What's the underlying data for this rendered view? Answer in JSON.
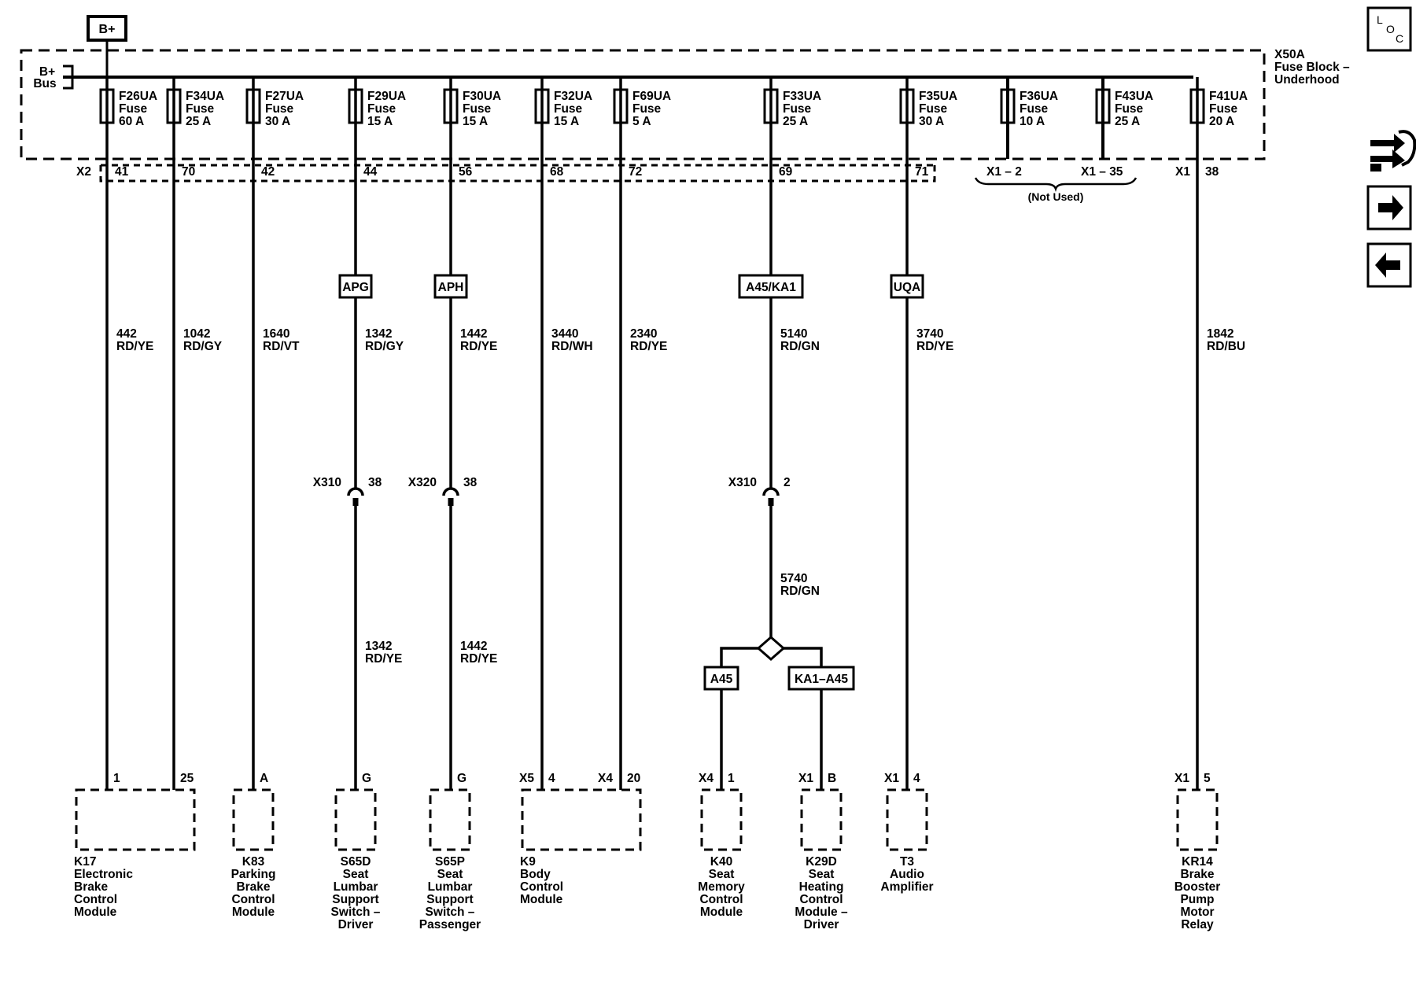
{
  "supply": {
    "bplus_label": "B+",
    "bus_label": [
      "B+",
      "Bus"
    ],
    "fuse_block_label": [
      "X50A",
      "Fuse Block –",
      "Underhood"
    ],
    "x2_label": "X2",
    "x1_label": "X1",
    "not_used": {
      "left": "X1 – 2",
      "right": "X1 – 35",
      "note": "(Not Used)"
    }
  },
  "circuits": [
    {
      "fuse": [
        "F26UA",
        "Fuse",
        "60 A"
      ],
      "pin": "41",
      "wire": [
        "442",
        "RD/YE"
      ],
      "dest_pin": "1"
    },
    {
      "fuse": [
        "F34UA",
        "Fuse",
        "25 A"
      ],
      "pin": "70",
      "wire": [
        "1042",
        "RD/GY"
      ],
      "dest_pin": "25"
    },
    {
      "fuse": [
        "F27UA",
        "Fuse",
        "30 A"
      ],
      "pin": "42",
      "wire": [
        "1640",
        "RD/VT"
      ],
      "dest_pin": "A"
    },
    {
      "fuse": [
        "F29UA",
        "Fuse",
        "15 A"
      ],
      "pin": "44",
      "option": "APG",
      "wire": [
        "1342",
        "RD/GY"
      ],
      "conn": [
        "X310",
        "38"
      ],
      "wire2": [
        "1342",
        "RD/YE"
      ],
      "dest_pin": "G"
    },
    {
      "fuse": [
        "F30UA",
        "Fuse",
        "15 A"
      ],
      "pin": "56",
      "option": "APH",
      "wire": [
        "1442",
        "RD/YE"
      ],
      "conn": [
        "X320",
        "38"
      ],
      "wire2": [
        "1442",
        "RD/YE"
      ],
      "dest_pin": "G"
    },
    {
      "fuse": [
        "F32UA",
        "Fuse",
        "15 A"
      ],
      "pin": "68",
      "wire": [
        "3440",
        "RD/WH"
      ],
      "dest_conn": "X5",
      "dest_pin": "4"
    },
    {
      "fuse": [
        "F69UA",
        "Fuse",
        "5 A"
      ],
      "pin": "72",
      "wire": [
        "2340",
        "RD/YE"
      ],
      "dest_conn": "X4",
      "dest_pin": "20"
    },
    {
      "fuse": [
        "F33UA",
        "Fuse",
        "25 A"
      ],
      "pin": "69",
      "option": "A45/KA1",
      "wire": [
        "5140",
        "RD/GN"
      ],
      "conn": [
        "X310",
        "2"
      ],
      "wire2": [
        "5740",
        "RD/GN"
      ],
      "split": [
        {
          "option": "A45",
          "dest_conn": "X4",
          "dest_pin": "1"
        },
        {
          "option": "KA1–A45",
          "dest_conn": "X1",
          "dest_pin": "B"
        }
      ]
    },
    {
      "fuse": [
        "F35UA",
        "Fuse",
        "30 A"
      ],
      "pin": "71",
      "option": "UQA",
      "wire": [
        "3740",
        "RD/YE"
      ],
      "dest_conn": "X1",
      "dest_pin": "4"
    },
    {
      "fuse": [
        "F36UA",
        "Fuse",
        "10 A"
      ]
    },
    {
      "fuse": [
        "F43UA",
        "Fuse",
        "25 A"
      ]
    },
    {
      "fuse": [
        "F41UA",
        "Fuse",
        "20 A"
      ],
      "pin": "38",
      "wire": [
        "1842",
        "RD/BU"
      ],
      "dest_conn": "X1",
      "dest_pin": "5"
    }
  ],
  "components": [
    {
      "name": [
        "K17",
        "Electronic",
        "Brake",
        "Control",
        "Module"
      ]
    },
    {
      "name": [
        "K83",
        "Parking",
        "Brake",
        "Control",
        "Module"
      ]
    },
    {
      "name": [
        "S65D",
        "Seat",
        "Lumbar",
        "Support",
        "Switch –",
        "Driver"
      ]
    },
    {
      "name": [
        "S65P",
        "Seat",
        "Lumbar",
        "Support",
        "Switch –",
        "Passenger"
      ]
    },
    {
      "name": [
        "K9",
        "Body",
        "Control",
        "Module"
      ]
    },
    {
      "name": [
        "K40",
        "Seat",
        "Memory",
        "Control",
        "Module"
      ]
    },
    {
      "name": [
        "K29D",
        "Seat",
        "Heating",
        "Control",
        "Module –",
        "Driver"
      ]
    },
    {
      "name": [
        "T3",
        "Audio",
        "Amplifier"
      ]
    },
    {
      "name": [
        "KR14",
        "Brake",
        "Booster",
        "Pump",
        "Motor",
        "Relay"
      ]
    }
  ],
  "nav": {
    "loc_letters": [
      "L",
      "O",
      "C"
    ],
    "connector_icon": "connector-view-icon",
    "next_icon": "arrow-right-icon",
    "prev_icon": "arrow-left-icon"
  },
  "colors": {
    "ink": "#000000",
    "background": "#ffffff"
  }
}
